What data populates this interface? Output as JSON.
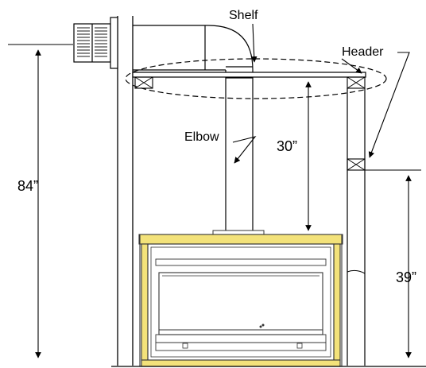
{
  "labels": {
    "shelf": "Shelf",
    "header": "Header",
    "elbow": "Elbow",
    "dim_84": "84”",
    "dim_30": "30”",
    "dim_39": "39”"
  },
  "colors": {
    "line": "#000000",
    "trim": "#f3e27a",
    "stroke": "#333333"
  }
}
